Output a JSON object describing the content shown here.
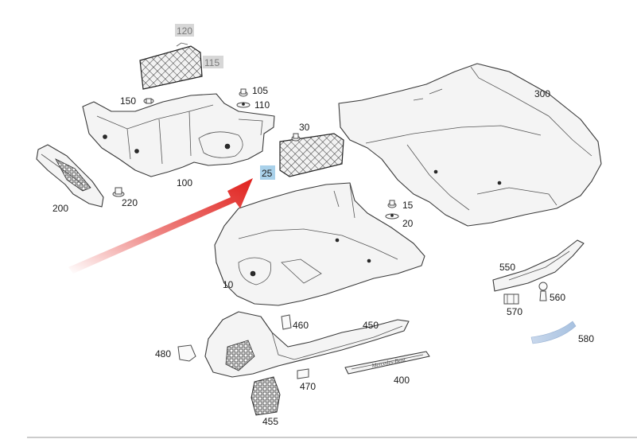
{
  "callouts": {
    "c120": "120",
    "c115": "115",
    "c105": "105",
    "c110": "110",
    "c150": "150",
    "c300": "300",
    "c30": "30",
    "c25": "25",
    "c100": "100",
    "c200": "200",
    "c220": "220",
    "c15": "15",
    "c20": "20",
    "c10": "10",
    "c550": "550",
    "c560": "560",
    "c570": "570",
    "c580": "580",
    "c460": "460",
    "c450": "450",
    "c480": "480",
    "c470": "470",
    "c400": "400",
    "c455": "455"
  },
  "sill_plate_text": "Mercedes-Benz",
  "highlighted_callout": "25",
  "colors": {
    "arrow": "#e0201c",
    "highlight_blue": "#a9d1ea",
    "highlight_grey": "#d7d7d7",
    "trim_blue": "#b9cde6"
  }
}
